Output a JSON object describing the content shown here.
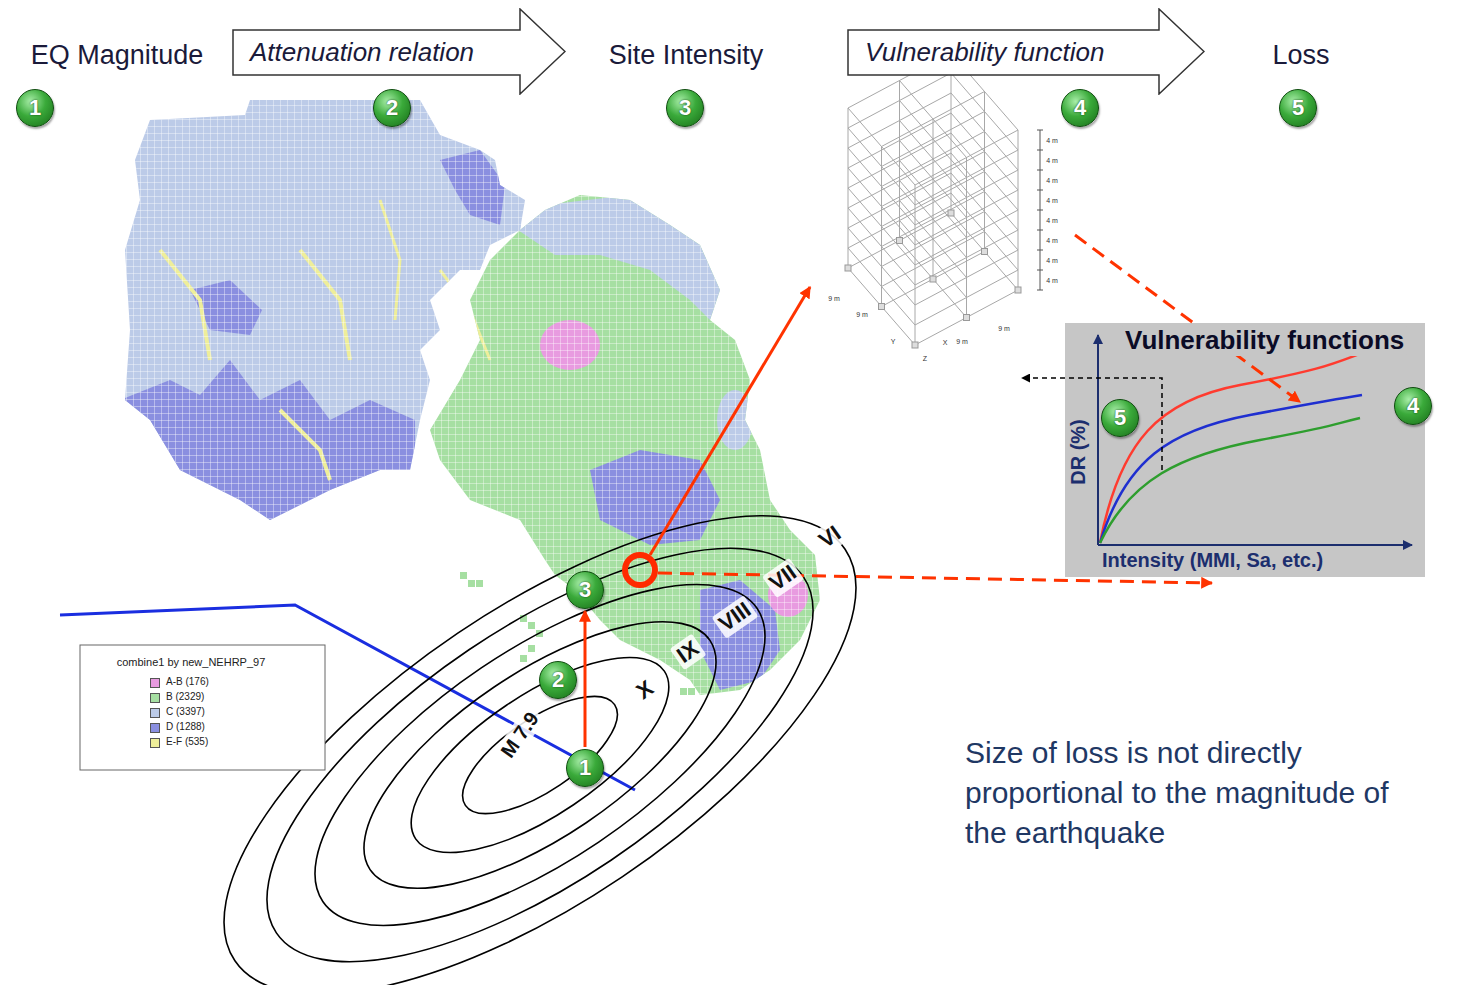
{
  "diagram": {
    "nodes": [
      {
        "text": [
          "Attenuation relation"
        ]
      },
      {
        "text": [
          "Vulnerability function"
        ]
      },
      {
        "text": [
          "1"
        ]
      },
      {
        "text": [
          "2"
        ]
      },
      {
        "text": [
          "3"
        ]
      },
      {
        "text": [
          "4"
        ]
      },
      {
        "text": [
          "5"
        ]
      },
      {
        "text": [
          "Vulnerability functions",
          "DR (%)",
          "Intensity (MMI, Sa, etc.)"
        ]
      },
      {
        "text": [
          "5"
        ],
        "in": 7
      },
      {
        "text": [
          "4"
        ]
      },
      {
        "text": [
          "3"
        ]
      },
      {
        "text": [
          "2"
        ]
      },
      {
        "text": [
          "1"
        ]
      }
    ],
    "edges": [
      {
        "from": 12,
        "to": 10,
        "arrow": "to"
      }
    ],
    "labels": [
      "EQ Magnitude",
      "Site Intensity",
      "Loss",
      "VI",
      "VII",
      "VIII",
      "IX",
      "X",
      "M 7.9",
      "combine1 by new_NEHRP_97",
      "4 m",
      "4 m",
      "4 m",
      "4 m",
      "4 m",
      "4 m",
      "4 m",
      "4 m",
      "9 m",
      "9 m",
      "9 m",
      "9 m",
      "X",
      "Y",
      "Z",
      "Size of loss is not directly proportional to the magnitude of the earthquake"
    ],
    "legend": [
      {
        "text": "A-B (176)",
        "color": "#e89be0"
      },
      {
        "text": "B (2329)",
        "color": "#a6dfa2"
      },
      {
        "text": "C (3397)",
        "color": "#bccbe8"
      },
      {
        "text": "D (1288)",
        "color": "#8a8fe0"
      },
      {
        "text": "E-F (535)",
        "color": "#eeee9a"
      }
    ]
  }
}
